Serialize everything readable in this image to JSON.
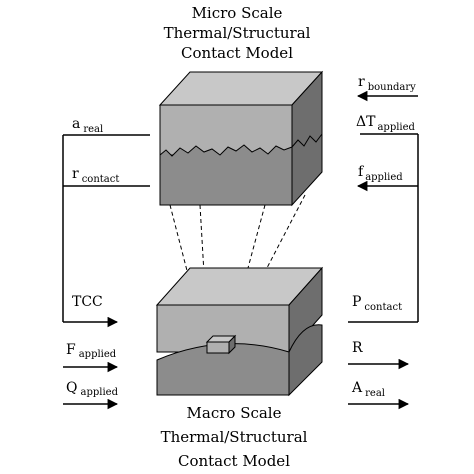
{
  "micro_title": {
    "line1": "Micro Scale",
    "line2": "Thermal/Structural",
    "line3": "Contact Model"
  },
  "macro_title": {
    "line1": "Macro Scale",
    "line2": "Thermal/Structural",
    "line3": "Contact Model"
  },
  "left_micro": [
    {
      "main": "a",
      "sub": "real"
    },
    {
      "main": "r",
      "sub": "contact"
    }
  ],
  "right_micro": [
    {
      "main": "r",
      "sub": "boundary"
    },
    {
      "main": "ΔT",
      "sub": "applied"
    },
    {
      "main": "f",
      "sub": "applied"
    }
  ],
  "left_macro": [
    {
      "main": "TCC",
      "sub": ""
    },
    {
      "main": "F",
      "sub": "applied"
    },
    {
      "main": "Q",
      "sub": "applied"
    }
  ],
  "right_macro": [
    {
      "main": "P",
      "sub": "contact"
    },
    {
      "main": "R",
      "sub": ""
    },
    {
      "main": "A",
      "sub": "real"
    }
  ],
  "colors": {
    "block_front_light": "#b0b0b0",
    "block_front_dark": "#8c8c8c",
    "block_top": "#c8c8c8",
    "block_side": "#6e6e6e",
    "stroke": "#000000"
  }
}
